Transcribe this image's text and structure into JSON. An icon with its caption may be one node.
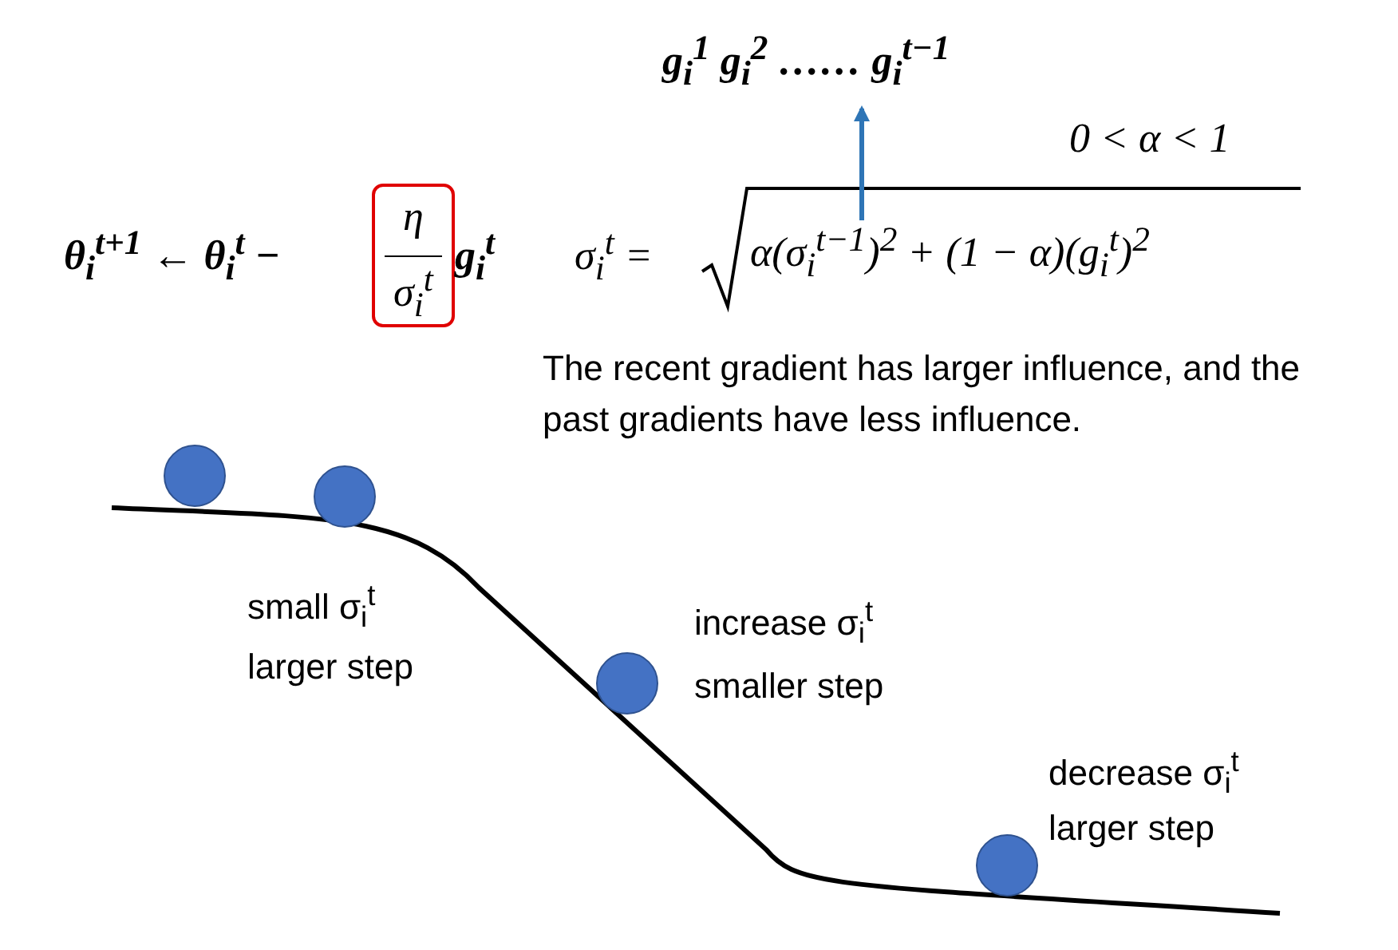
{
  "diagram": {
    "nodes": [
      {
        "text": [
          "g$_{i}$$^{1}$ g$_{i}$$^{2}$ …… g$_{i}$$^{t−1}$"
        ]
      },
      {
        "text": [
          "σ$_{i}$$^{t}$ =",
          "α(σ$_{i}$$^{t−1}$)$^{2}$ + (1 − α)(g$_{i}$$^{t}$)$^{2}$"
        ]
      },
      {
        "text": [
          "η",
          "σ$_{i}$$^{t}$"
        ]
      }
    ],
    "edges": [
      {
        "from": 1,
        "to": 0,
        "arrow": "to",
        "color": "#2e75b6"
      }
    ],
    "labels": [
      "0 < α < 1",
      "θ$_{i}$$^{t+1}$ ← θ$_{i}$$^{t}$ −",
      "g$_{i}$$^{t}$",
      "The recent gradient has larger influence, and the past gradients have less influence.",
      "small σ$_{i}$$^{t}$",
      "larger step",
      "increase σ$_{i}$$^{t}$",
      "smaller step",
      "decrease σ$_{i}$$^{t}$",
      "larger step"
    ]
  }
}
